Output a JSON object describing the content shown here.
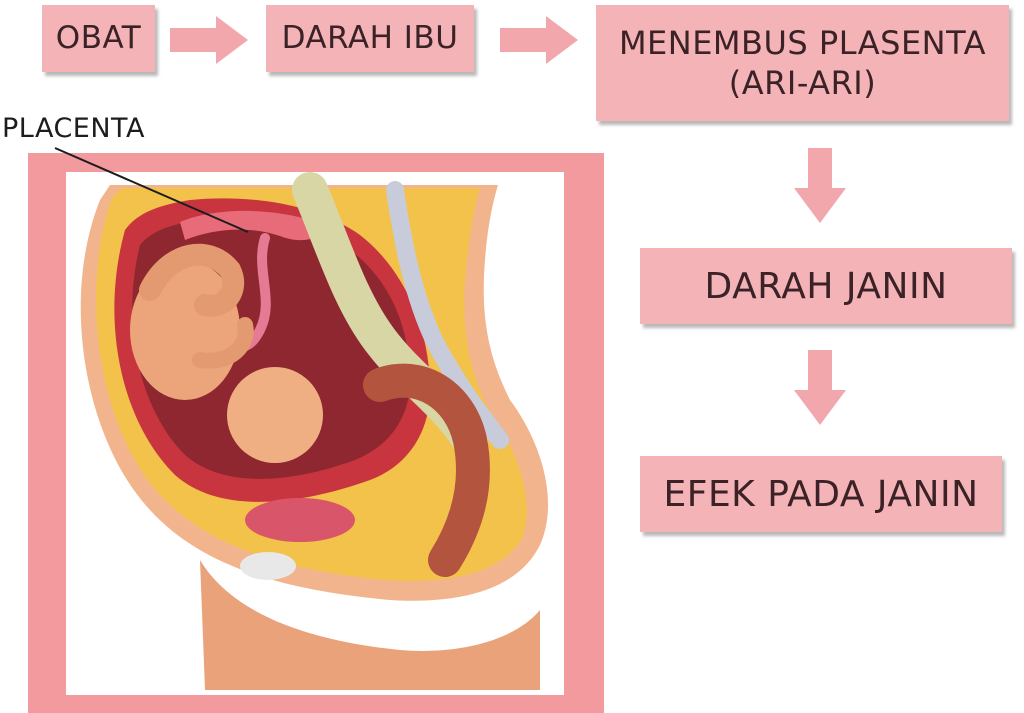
{
  "flow": {
    "obat": "OBAT",
    "darah_ibu": "DARAH IBU",
    "menembus_line1": "MENEMBUS PLASENTA",
    "menembus_line2": "(ARI-ARI)",
    "darah_janin": "DARAH JANIN",
    "efek": "EFEK PADA JANIN"
  },
  "illustration": {
    "label": "PLACENTA",
    "subject": "pregnant-uterus-cross-section"
  },
  "colors": {
    "box_fill": "#f4b3b6",
    "frame_fill": "#f39a9f",
    "arrow_fill": "#f2a7ad",
    "text": "#3a2226"
  }
}
